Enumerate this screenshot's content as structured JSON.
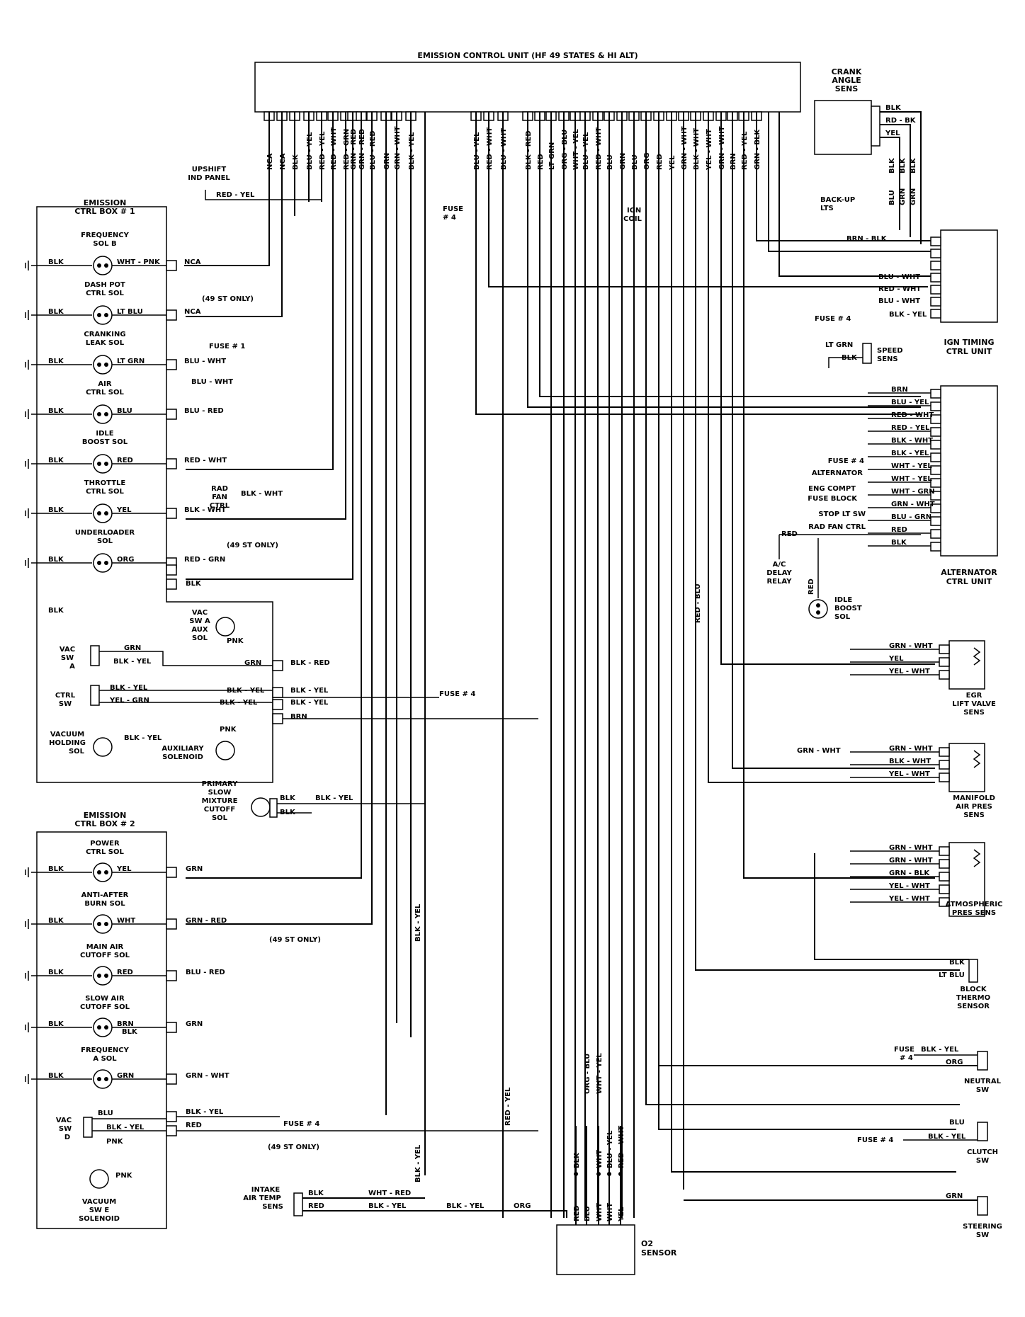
{
  "ecu": {
    "title": "EMISSION CONTROL UNIT (HF 49 STATES & HI ALT)",
    "pins_left": [
      "NCA",
      "NCA",
      "BLK",
      "BLU - YEL",
      "RED - YEL",
      "RED - WHT",
      "RED - GRN",
      "GRN - RED",
      "GRN - RED",
      "BLU - RED",
      "GRN",
      "GRN - WHT",
      "BLK - YEL"
    ],
    "pins_mid": [
      "BLU - YEL",
      "RED - WHT",
      "BLU - WHT"
    ],
    "pins_right": [
      "BLK - RED",
      "RED",
      "LT GRN",
      "ORG - BLU",
      "WHT - YEL",
      "BLU - YEL",
      "RED - WHT",
      "BLU",
      "GRN",
      "BLU",
      "ORG",
      "RED",
      "YEL",
      "GRN - WHT",
      "BLK - WHT",
      "YEL - WHT",
      "GRN - WHT",
      "BRN",
      "RED - YEL",
      "GRN - BLK"
    ]
  },
  "labels": {
    "upshift": "UPSHIFT\nIND PANEL",
    "upshift_wire": "RED - YEL",
    "fuse4_top": "FUSE\n# 4",
    "ign_coil": "IGN\nCOIL",
    "backup": "BACK-UP\nLTS",
    "crank": "CRANK\nANGLE\nSENS",
    "crank_wires": [
      "BLK",
      "RD - BK",
      "YEL"
    ],
    "crank_vert": [
      "BLK",
      "BLK",
      "BLK"
    ],
    "crank_vert2": [
      "BLU",
      "GRN",
      "GRN"
    ],
    "ign_timing": {
      "name": "IGN TIMING\nCTRL UNIT",
      "wires": [
        "BRN - BLK",
        "BLU - WHT",
        "RED - WHT",
        "BLU - WHT",
        "BLK - YEL"
      ],
      "fuse": "FUSE # 4"
    },
    "speed": {
      "name": "SPEED\nSENS",
      "wires": [
        "LT GRN",
        "BLK"
      ]
    },
    "alternator": {
      "name": "ALTERNATOR\nCTRL UNIT",
      "wires": [
        "BRN",
        "BLU - YEL",
        "RED - WHT",
        "RED - YEL",
        "BLK - WHT",
        "BLK - YEL",
        "WHT - YEL",
        "WHT - YEL",
        "WHT - GRN",
        "GRN - WHT",
        "BLU - GRN",
        "RED",
        "BLK"
      ],
      "side_labels": [
        "FUSE # 4",
        "ALTERNATOR",
        "ENG COMPT",
        "FUSE BLOCK",
        "STOP LT SW",
        "RAD FAN CTRL"
      ]
    },
    "ac_delay": "A/C\nDELAY\nRELAY",
    "ac_wire": "RED",
    "idle_boost": "IDLE\nBOOST\nSOL",
    "idle_wire": "RED",
    "red_blu": "RED - BLU",
    "egr": {
      "name": "EGR\nLIFT VALVE\nSENS",
      "wires": [
        "GRN - WHT",
        "YEL",
        "YEL - WHT"
      ]
    },
    "manifold": {
      "name": "MANIFOLD\nAIR PRES\nSENS",
      "wires": [
        "GRN - WHT",
        "BLK - WHT",
        "YEL - WHT"
      ],
      "tap": "GRN - WHT"
    },
    "atmos": {
      "name": "ATMOSPHERIC\nPRES SENS",
      "wires": [
        "GRN - WHT",
        "GRN - WHT",
        "GRN - BLK",
        "YEL - WHT",
        "YEL - WHT"
      ]
    },
    "block_thermo": {
      "name": "BLOCK\nTHERMO\nSENSOR",
      "wires": [
        "BLK",
        "LT BLU"
      ]
    },
    "neutral": {
      "name": "NEUTRAL\nSW",
      "wires": [
        "BLK - YEL",
        "ORG"
      ],
      "fuse": "FUSE\n# 4"
    },
    "clutch": {
      "name": "CLUTCH\nSW",
      "wires": [
        "BLU",
        "BLK - YEL"
      ],
      "fuse": "FUSE # 4"
    },
    "steering": {
      "name": "STEERING\nSW",
      "wires": [
        "GRN"
      ]
    },
    "o2": {
      "name": "O2\nSENSOR",
      "wires": [
        "RED",
        "BLU",
        "WHT",
        "WHT",
        "YEL"
      ],
      "upper": [
        "BLK",
        "WHT",
        "BLU - YEL",
        "RED - WHT"
      ],
      "upper2": [
        "ORG - BLU",
        "WHT - YEL"
      ]
    },
    "intake": {
      "name": "INTAKE\nAIR TEMP\nSENS",
      "wires": [
        "BLK",
        "RED",
        "WHT - RED",
        "BLK - YEL",
        "BLK - YEL",
        "ORG"
      ]
    },
    "box1": {
      "title": "EMISSION\nCTRL BOX # 1",
      "items": [
        {
          "name": "FREQUENCY\nSOL B",
          "left": "BLK",
          "right": "WHT - PNK",
          "out": "NCA"
        },
        {
          "name": "DASH POT\nCTRL SOL",
          "left": "BLK",
          "right": "LT BLU",
          "out": "NCA"
        },
        {
          "name": "CRANKING\nLEAK SOL",
          "left": "BLK",
          "right": "LT GRN",
          "out": "BLU - WHT"
        },
        {
          "name": "AIR\nCTRL SOL",
          "left": "BLK",
          "right": "BLU",
          "out": "BLU - RED"
        },
        {
          "name": "IDLE\nBOOST SOL",
          "left": "BLK",
          "right": "RED",
          "out": "RED - WHT"
        },
        {
          "name": "THROTTLE\nCTRL SOL",
          "left": "BLK",
          "right": "YEL",
          "out": "BLK - WHT"
        },
        {
          "name": "UNDERLOADER\nSOL",
          "left": "BLK",
          "right": "ORG",
          "out": "RED - GRN"
        }
      ],
      "extra": [
        "BLU - WHT",
        "BLK",
        "BLK",
        "49 ST ONLY",
        "FUSE # 1",
        "RAD\nFAN\nCTRL",
        "BLK - WHT",
        "(49 ST ONLY)"
      ],
      "vac_a": "VAC\nSW\nA",
      "ctrl_sw": "CTRL\nSW",
      "vac_hold": "VACUUM\nHOLDING\nSOL",
      "vac_aux": "VAC\nSW A\nAUX\nSOL",
      "aux_sol": "AUXILIARY\nSOLENOID",
      "wires": [
        "GRN",
        "BLK - YEL",
        "BLK - YEL",
        "YEL - GRN",
        "BLK - YEL",
        "PNK",
        "PNK",
        "GRN",
        "BLK - RED",
        "BLK - YEL",
        "BLK - YEL",
        "BLK - YEL",
        "BLK - YEL",
        "BRN",
        "FUSE # 4"
      ]
    },
    "primary": {
      "name": "PRIMARY\nSLOW\nMIXTURE\nCUTOFF\nSOL",
      "wires": [
        "BLK",
        "BLK",
        "BLK - YEL"
      ]
    },
    "box2": {
      "title": "EMISSION\nCTRL BOX # 2",
      "items": [
        {
          "name": "POWER\nCTRL SOL",
          "left": "BLK",
          "right": "YEL",
          "out": "GRN"
        },
        {
          "name": "ANTI-AFTER\nBURN SOL",
          "left": "BLK",
          "right": "WHT",
          "out": "GRN - RED"
        },
        {
          "name": "MAIN AIR\nCUTOFF SOL",
          "left": "BLK",
          "right": "RED",
          "out": "BLU - RED"
        },
        {
          "name": "SLOW AIR\nCUTOFF SOL",
          "left": "BLK",
          "right": "BRN",
          "out": "GRN"
        },
        {
          "name": "FREQUENCY\nA SOL",
          "left": "BLK",
          "right": "GRN",
          "out": "GRN - WHT"
        }
      ],
      "vac_d": "VAC\nSW\nD",
      "vac_e": "VACUUM\nSW E\nSOLENOID",
      "wires": [
        "BLU",
        "BLK - YEL",
        "PNK",
        "PNK",
        "BLK",
        "BLK - YEL",
        "RED",
        "FUSE # 4",
        "(49 ST ONLY)",
        "(49 ST ONLY)"
      ]
    },
    "vert": [
      "BLK - YEL",
      "RED - YEL",
      "BLK - YEL"
    ]
  }
}
